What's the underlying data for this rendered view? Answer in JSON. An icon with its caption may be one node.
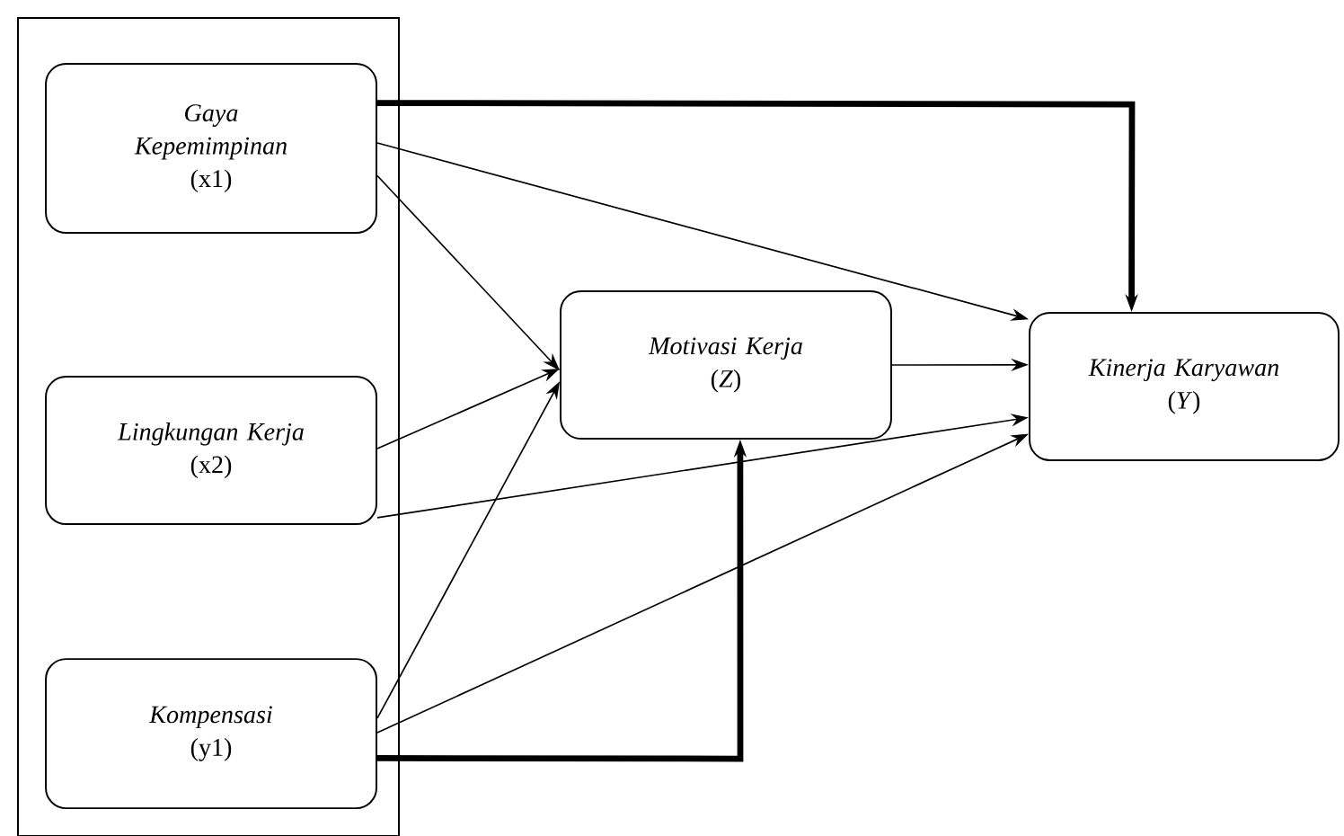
{
  "diagram": {
    "nodes": [
      {
        "text": [],
        "shape": "box"
      },
      {
        "text": [
          "Gaya Kepemimpinan",
          "(x1)"
        ],
        "in": 0
      },
      {
        "text": [
          "Lingkungan Kerja",
          "(x2)"
        ],
        "in": 0
      },
      {
        "text": [
          "Kompensasi",
          "(y1)"
        ],
        "in": 0
      },
      {
        "text": [
          "Motivasi Kerja",
          "(*Z*)"
        ]
      },
      {
        "text": [
          "Kinerja Karyawan",
          "(*Y*)"
        ]
      }
    ],
    "edges": [
      {
        "from": 1,
        "to": 5,
        "arrow": "to",
        "style": "thick"
      },
      {
        "from": 1,
        "to": 5,
        "arrow": "to"
      },
      {
        "from": 1,
        "to": 4,
        "arrow": "to"
      },
      {
        "from": 2,
        "to": 4,
        "arrow": "to"
      },
      {
        "from": 2,
        "to": 5,
        "arrow": "to"
      },
      {
        "from": 3,
        "to": 4,
        "arrow": "to"
      },
      {
        "from": 3,
        "to": 5,
        "arrow": "to"
      },
      {
        "from": 3,
        "to": 4,
        "arrow": "to",
        "style": "thick"
      },
      {
        "from": 4,
        "to": 5,
        "arrow": "to"
      }
    ]
  }
}
